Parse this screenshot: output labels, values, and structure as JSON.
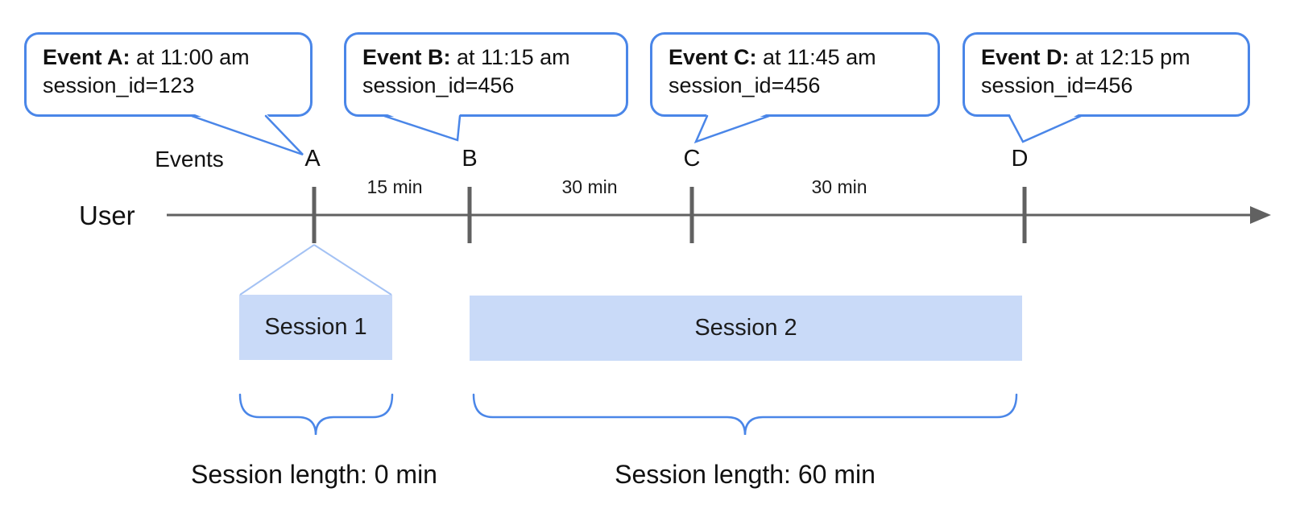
{
  "colors": {
    "accent": "#4a86e8",
    "fill": "#c9daf8",
    "funnel": "#a4c2f4",
    "gray": "#616161",
    "ink": "#111111"
  },
  "axis": {
    "events_label": "Events",
    "user_label": "User"
  },
  "callouts": [
    {
      "bold": "Event A:",
      "rest": " at 11:00 am",
      "line2": "session_id=123",
      "tick": "A"
    },
    {
      "bold": "Event B:",
      "rest": " at 11:15 am",
      "line2": "session_id=456",
      "tick": "B"
    },
    {
      "bold": "Event C:",
      "rest": " at 11:45 am",
      "line2": "session_id=456",
      "tick": "C"
    },
    {
      "bold": "Event D:",
      "rest": " at 12:15 pm",
      "line2": "session_id=456",
      "tick": "D"
    }
  ],
  "intervals": [
    {
      "label": "15 min"
    },
    {
      "label": "30 min"
    },
    {
      "label": "30 min"
    }
  ],
  "sessions": [
    {
      "label": "Session 1",
      "length": "Session length: 0 min"
    },
    {
      "label": "Session 2",
      "length": "Session length: 60 min"
    }
  ]
}
